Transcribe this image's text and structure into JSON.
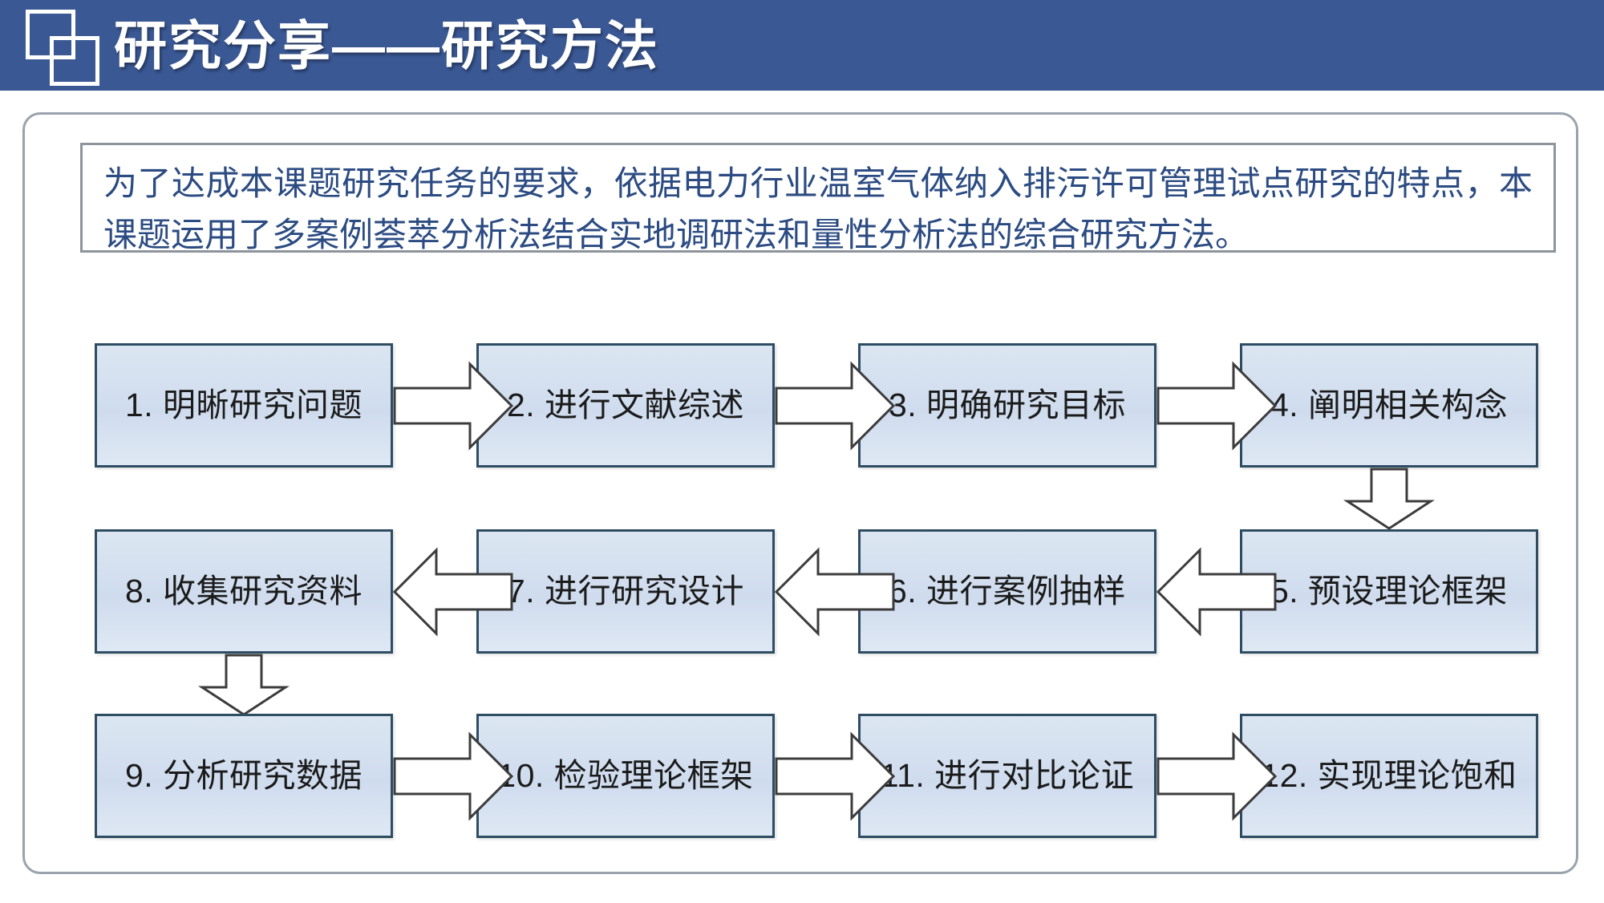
{
  "header": {
    "title": "研究分享——研究方法",
    "logo_name": "overlapping-squares-logo",
    "background_color": "#3a5894",
    "text_color": "#ffffff"
  },
  "body": {
    "paragraph": "为了达成本课题研究任务的要求，依据电力行业温室气体纳入排污许可管理试点研究的特点，本课题运用了多案例荟萃分析法结合实地调研法和量性分析法的综合研究方法。",
    "paragraph_color": "#2b4b82"
  },
  "flowchart": {
    "node_fill": "#dce6f2",
    "node_border": "#2e4d63",
    "arrow_fill": "#ffffff",
    "arrow_border": "#3c3c3c",
    "rows": [
      {
        "direction": "left-to-right",
        "nodes": [
          {
            "label": "1. 明晰研究问题"
          },
          {
            "label": "2. 进行文献综述"
          },
          {
            "label": "3. 明确研究目标"
          },
          {
            "label": "4. 阐明相关构念"
          }
        ]
      },
      {
        "direction": "right-to-left",
        "nodes": [
          {
            "label": "8. 收集研究资料"
          },
          {
            "label": "7. 进行研究设计"
          },
          {
            "label": "6. 进行案例抽样"
          },
          {
            "label": "5. 预设理论框架"
          }
        ]
      },
      {
        "direction": "left-to-right",
        "nodes": [
          {
            "label": "9. 分析研究数据"
          },
          {
            "label": "10. 检验理论框架"
          },
          {
            "label": "11. 进行对比论证"
          },
          {
            "label": "12. 实现理论饱和"
          }
        ]
      }
    ],
    "connectors": [
      {
        "name": "arrow-1-to-2",
        "type": "right"
      },
      {
        "name": "arrow-2-to-3",
        "type": "right"
      },
      {
        "name": "arrow-3-to-4",
        "type": "right"
      },
      {
        "name": "arrow-4-to-5",
        "type": "down"
      },
      {
        "name": "arrow-5-to-6",
        "type": "left"
      },
      {
        "name": "arrow-6-to-7",
        "type": "left"
      },
      {
        "name": "arrow-7-to-8",
        "type": "left"
      },
      {
        "name": "arrow-8-to-9",
        "type": "down"
      },
      {
        "name": "arrow-9-to-10",
        "type": "right"
      },
      {
        "name": "arrow-10-to-11",
        "type": "right"
      },
      {
        "name": "arrow-11-to-12",
        "type": "right"
      }
    ]
  }
}
